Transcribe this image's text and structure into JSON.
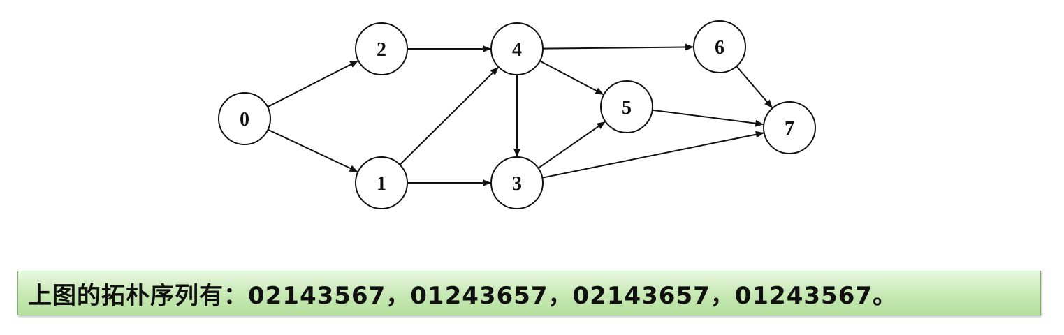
{
  "diagram": {
    "nodes": [
      {
        "id": "0",
        "label": "0"
      },
      {
        "id": "1",
        "label": "1"
      },
      {
        "id": "2",
        "label": "2"
      },
      {
        "id": "3",
        "label": "3"
      },
      {
        "id": "4",
        "label": "4"
      },
      {
        "id": "5",
        "label": "5"
      },
      {
        "id": "6",
        "label": "6"
      },
      {
        "id": "7",
        "label": "7"
      }
    ],
    "edges": [
      {
        "from": "0",
        "to": "2"
      },
      {
        "from": "0",
        "to": "1"
      },
      {
        "from": "2",
        "to": "4"
      },
      {
        "from": "1",
        "to": "4"
      },
      {
        "from": "1",
        "to": "3"
      },
      {
        "from": "4",
        "to": "6"
      },
      {
        "from": "4",
        "to": "5"
      },
      {
        "from": "4",
        "to": "3"
      },
      {
        "from": "3",
        "to": "5"
      },
      {
        "from": "3",
        "to": "7"
      },
      {
        "from": "5",
        "to": "7"
      },
      {
        "from": "6",
        "to": "7"
      }
    ]
  },
  "caption": {
    "text": "上图的拓朴序列有：02143567，01243657，02143657，01243567。"
  },
  "colors": {
    "caption_background": "#c6e8b3",
    "caption_border": "#7fb06b",
    "stroke": "#111111"
  }
}
